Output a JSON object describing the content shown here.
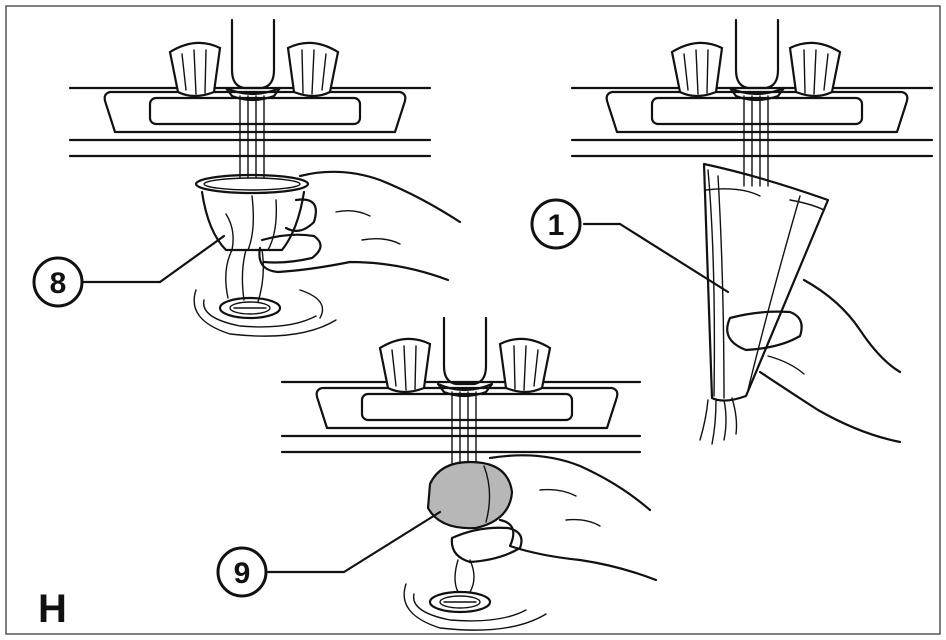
{
  "figure": {
    "panel_letter": "H",
    "callouts": [
      {
        "label": "8"
      },
      {
        "label": "1"
      },
      {
        "label": "9"
      }
    ]
  },
  "colors": {
    "ink": "#111111",
    "sponge_fill": "#b7b7b7",
    "background": "#ffffff"
  }
}
